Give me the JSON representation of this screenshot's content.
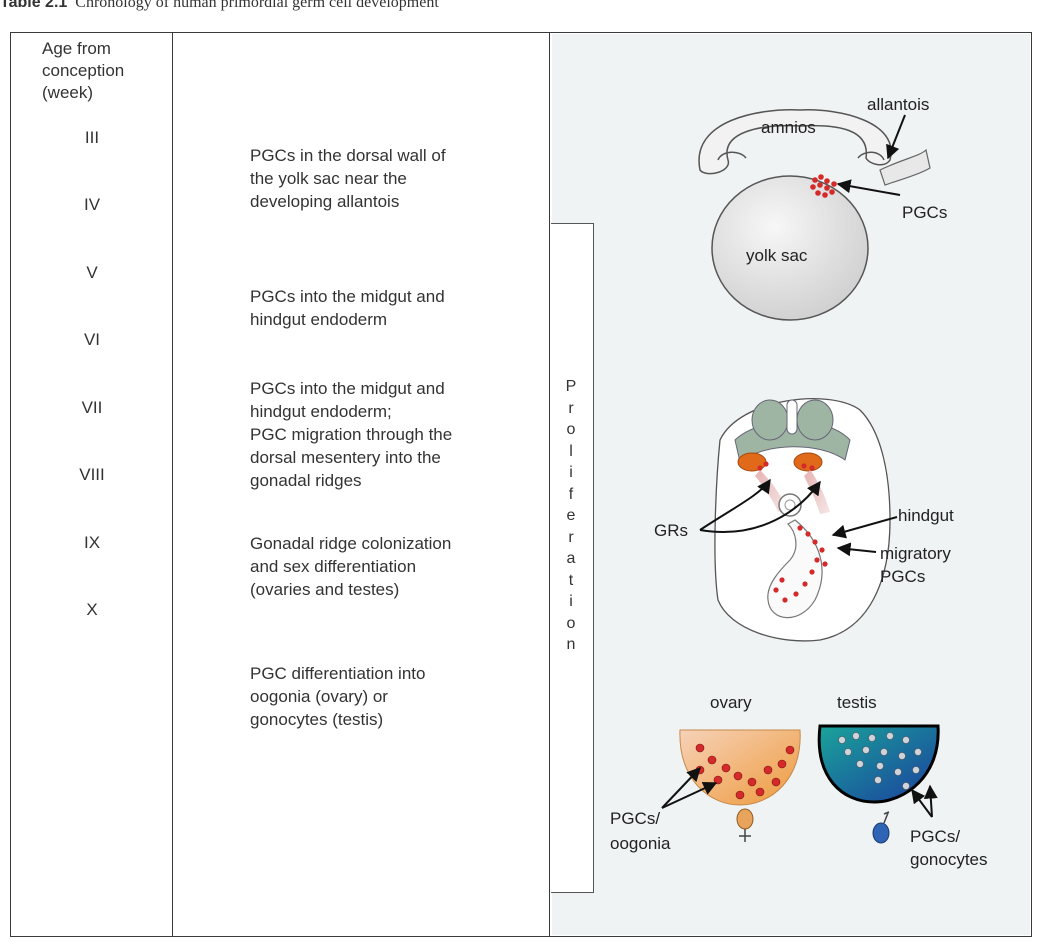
{
  "caption": {
    "label": "Table 2.1",
    "text": "Chronology of human primordial germ cell development"
  },
  "table": {
    "age_header_lines": [
      "Age from",
      "conception",
      "(week)"
    ],
    "weeks": [
      "III",
      "IV",
      "V",
      "VI",
      "VII",
      "VIII",
      "IX",
      "X"
    ],
    "events": [
      [
        "PGCs in the dorsal wall of",
        "the yolk sac near the",
        "developing allantois"
      ],
      [
        "PGCs into the midgut and",
        "hindgut endoderm"
      ],
      [
        "PGCs into the midgut and",
        "hindgut endoderm;",
        "PGC migration through the",
        "dorsal mesentery into the",
        "gonadal ridges"
      ],
      [
        "Gonadal ridge colonization",
        "and sex differentiation",
        "(ovaries and testes)"
      ],
      [
        "PGC differentiation into",
        "oogonia (ovary) or",
        "gonocytes (testis)"
      ]
    ],
    "proliferation_label": "Proliferation"
  },
  "figure": {
    "labels": {
      "allantois": "allantois",
      "amnios": "amnios",
      "pgcs": "PGCs",
      "yolk_sac": "yolk sac",
      "hindgut": "hindgut",
      "grs": "GRs",
      "migratory_1": "migratory",
      "migratory_2": "PGCs",
      "ovary": "ovary",
      "testis": "testis",
      "pgcs_oogonia_1": "PGCs/",
      "pgcs_oogonia_2": "oogonia",
      "pgcs_gonocytes_1": "PGCs/",
      "pgcs_gonocytes_2": "gonocytes"
    },
    "colors": {
      "pgc_red": "#d42a2a",
      "gonad_orange": "#e06a1a",
      "neural_green": "#9fb5a3",
      "ovary_light": "#f6d2b8",
      "ovary_dark": "#ee9a3c",
      "testis_teal": "#1aa39a",
      "testis_blue": "#1b3f9e",
      "female_symbol": "#e8a45c",
      "male_symbol": "#2f63b5"
    }
  }
}
